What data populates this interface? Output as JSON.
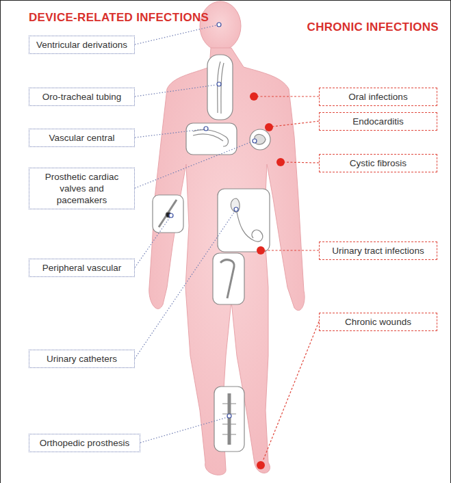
{
  "diagram": {
    "nodes": [
      {
        "text": [
          "Ventricular derivations"
        ]
      },
      {
        "text": [
          "Oro-tracheal tubing"
        ]
      },
      {
        "text": [
          "Vascular central"
        ]
      },
      {
        "text": [
          "Prosthetic cardiac valves and pacemakers"
        ]
      },
      {
        "text": [
          "Peripheral vascular"
        ]
      },
      {
        "text": [
          "Urinary catheters"
        ]
      },
      {
        "text": [
          "Orthopedic prosthesis"
        ]
      },
      {
        "text": [
          "Oral infections"
        ]
      },
      {
        "text": [
          "Endocarditis"
        ]
      },
      {
        "text": [
          "Cystic fibrosis"
        ]
      },
      {
        "text": [
          "Urinary tract infections"
        ]
      },
      {
        "text": [
          "Chronic wounds"
        ]
      }
    ],
    "edges": [],
    "labels": [
      "DEVICE-RELATED INFECTIONS",
      "CHRONIC INFECTIONS"
    ]
  }
}
